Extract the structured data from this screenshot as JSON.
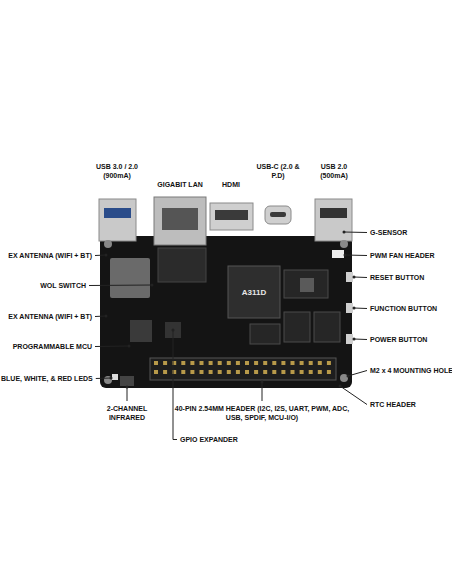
{
  "diagram": {
    "labels": [
      "USB 3.0 / 2.0 (900mA)",
      "GIGABIT LAN",
      "HDMI",
      "USB-C (2.0 & P.D)",
      "USB 2.0 (500mA)",
      "EX ANTENNA (WIFI + BT)",
      "G-SENSOR",
      "PWM FAN HEADER",
      "RESET BUTTON",
      "WOL SWITCH",
      "FUNCTION BUTTON",
      "EX ANTENNA (WIFI + BT)",
      "POWER BUTTON",
      "PROGRAMMABLE MCU",
      "M2 x 4 MOUNTING HOLE",
      "BLUE, WHITE, & RED LEDS",
      "RTC HEADER",
      "2-CHANNEL INFRARED",
      "40-PIN 2.54MM HEADER (I2C, I2S, UART, PWM, ADC, USB, SPDIF, MCU-I/O)",
      "GPIO EXPANDER",
      "A311D"
    ]
  }
}
